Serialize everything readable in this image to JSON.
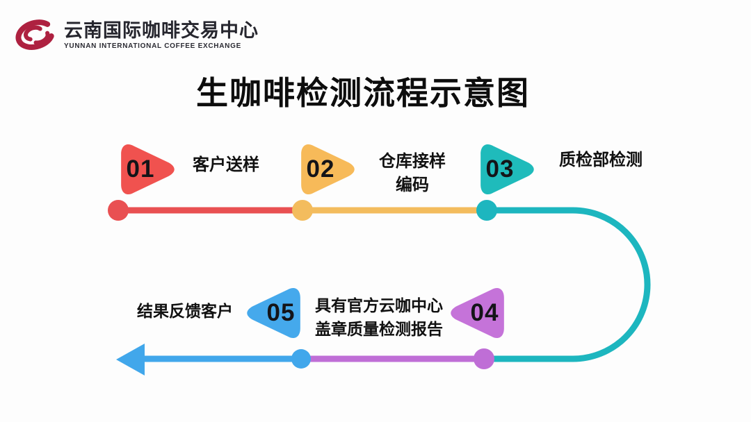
{
  "logo": {
    "name_zh": "云南国际咖啡交易中心",
    "name_en": "YUNNAN INTERNATIONAL COFFEE EXCHANGE",
    "mark_color": "#AE2140"
  },
  "title": "生咖啡检测流程示意图",
  "steps": [
    {
      "number": "01",
      "label": "客户送样",
      "color": "#F0524F",
      "direction": "right"
    },
    {
      "number": "02",
      "label_line1": "仓库接样",
      "label_line2": "编码",
      "color": "#F7BA59",
      "direction": "right"
    },
    {
      "number": "03",
      "label": "质检部检测",
      "color": "#1FBBBB",
      "direction": "right"
    },
    {
      "number": "04",
      "label_line1": "具有官方云咖中心",
      "label_line2": "盖章质量检测报告",
      "color": "#C573D9",
      "direction": "left"
    },
    {
      "number": "05",
      "label": "结果反馈客户",
      "color": "#45A9EC",
      "direction": "left"
    }
  ],
  "flow": {
    "colors": {
      "red": "#E95052",
      "yellow": "#F3BC5D",
      "teal": "#1DB6BF",
      "purple": "#BF6ED6",
      "blue": "#41A7EB"
    }
  }
}
